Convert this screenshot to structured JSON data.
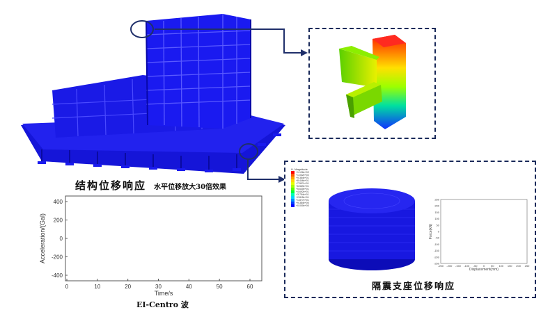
{
  "captions": {
    "structure": "结构位移响应",
    "structure_note": "水平位移放大30倍效果",
    "bearing": "隔震支座位移响应",
    "wave": "EI-Centro 波"
  },
  "colors": {
    "frame": "#1a1aee",
    "frame_dark": "#0b0bb0",
    "connector": "#1f2f6a",
    "box_border": "#1a2a5a"
  },
  "accel_chart": {
    "ylabel": "Acceleration/(Gal)",
    "xlabel": "Time/s",
    "yticks": [
      "400",
      "200",
      "0",
      "-200",
      "-400"
    ],
    "xticks": [
      "0",
      "10",
      "20",
      "30",
      "40",
      "50",
      "60"
    ]
  },
  "hysteresis_chart": {
    "ylabel": "Force(kN)",
    "xlabel": "Displacement(mm)",
    "yticks": [
      "250",
      "200",
      "150",
      "100",
      "50",
      "0",
      "-50",
      "-100",
      "-150",
      "-200",
      "-250"
    ],
    "xticks": [
      "-250",
      "-200",
      "-150",
      "-100",
      "-50",
      "0",
      "50",
      "100",
      "150",
      "200",
      "250"
    ]
  },
  "legend": {
    "title": "U, Magnitude",
    "entries": [
      "+1.126e+02",
      "+1.032e+02",
      "+9.384e+01",
      "+8.446e+01",
      "+7.507e+01",
      "+6.569e+01",
      "+5.630e+01",
      "+4.692e+01",
      "+3.754e+01",
      "+2.815e+01",
      "+1.877e+01",
      "+9.384e+00",
      "+0.000e+00"
    ],
    "colors": [
      "#ff0000",
      "#ff5a00",
      "#ffa000",
      "#ffd800",
      "#e6ff00",
      "#a8ff00",
      "#5cff00",
      "#00ff3c",
      "#00ffb4",
      "#00d8ff",
      "#0090ff",
      "#0040ff",
      "#0000ff"
    ]
  }
}
